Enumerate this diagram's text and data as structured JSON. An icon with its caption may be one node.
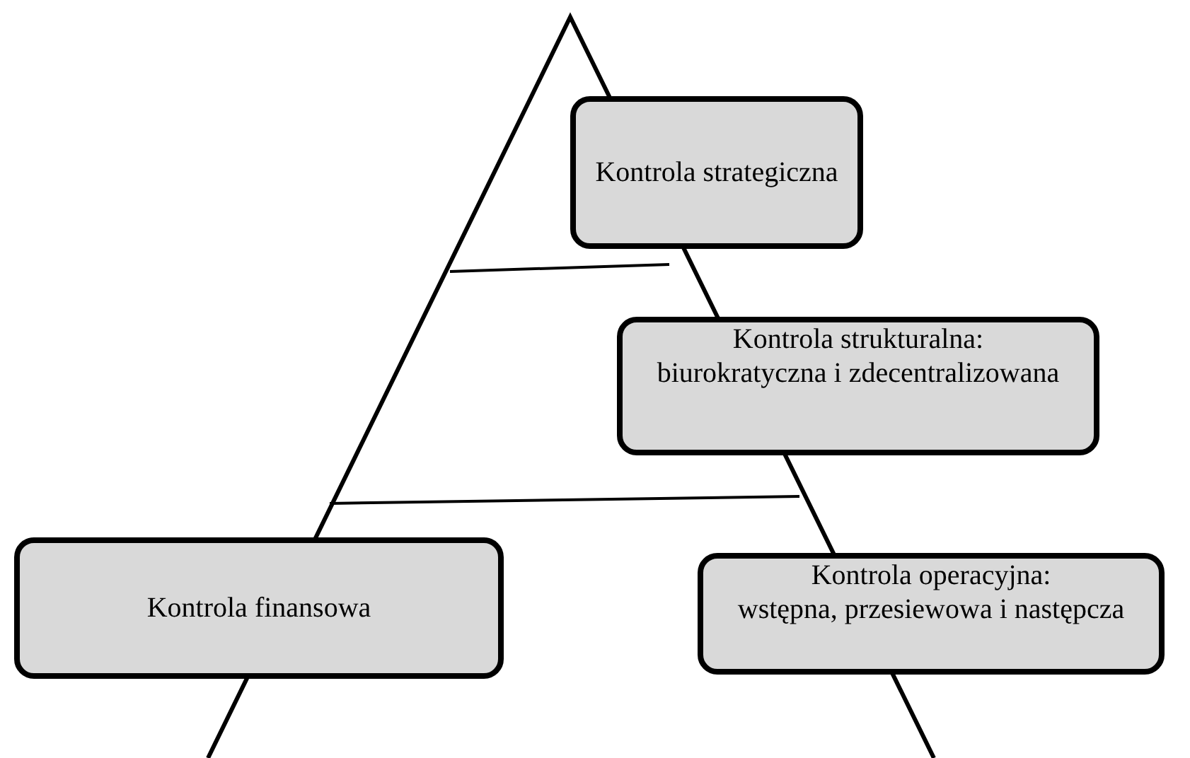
{
  "diagram": {
    "nodes": [
      {
        "text": [
          "Kontrola strategiczna"
        ]
      },
      {
        "text": [
          "Kontrola strukturalna:",
          "biurokratyczna i zdecentralizowana"
        ]
      },
      {
        "text": [
          "Kontrola finansowa"
        ]
      },
      {
        "text": [
          "Kontrola operacyjna:",
          "wstępna, przesiewowa i następcza"
        ]
      }
    ]
  }
}
